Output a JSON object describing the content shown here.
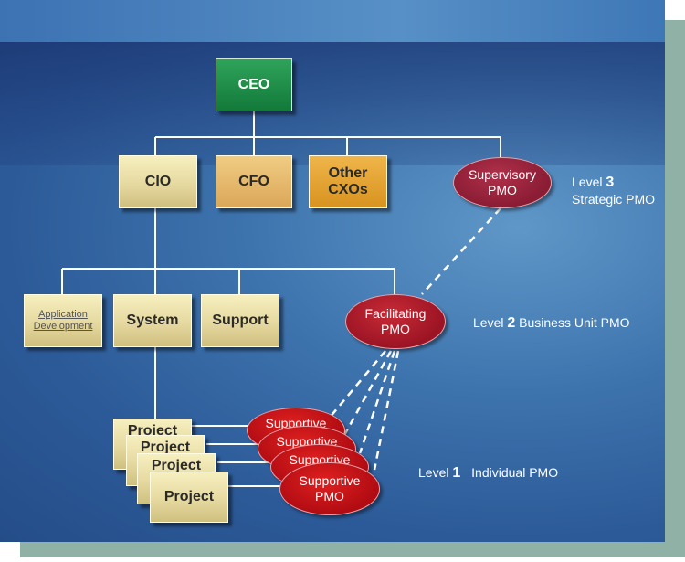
{
  "ceo": "CEO",
  "executives": {
    "cio": "CIO",
    "cfo": "CFO",
    "other": "Other CXOs"
  },
  "departments": {
    "app_dev": "Application Development",
    "system": "System",
    "support": "Support"
  },
  "projects": [
    "Project",
    "Project",
    "Project",
    "Project"
  ],
  "pmos": {
    "supervisory": "Supervisory PMO",
    "facilitating": "Facilitating PMO",
    "supportive": [
      "Supportive",
      "Supportive",
      "Supportive",
      "Supportive PMO"
    ]
  },
  "levels": [
    {
      "prefix": "Level",
      "num": "3",
      "name": "Strategic PMO"
    },
    {
      "prefix": "Level",
      "num": "2",
      "name": "Business Unit PMO"
    },
    {
      "prefix": "Level",
      "num": "1",
      "name": "Individual PMO"
    }
  ],
  "colors": {
    "ceo": "#1b8a45",
    "exec": "#e6d9a0",
    "cfo": "#dba75a",
    "other": "#d8931f",
    "supervisory": "#8a1c34",
    "facilitating": "#a81c2a",
    "supportive": "#c40f14"
  }
}
